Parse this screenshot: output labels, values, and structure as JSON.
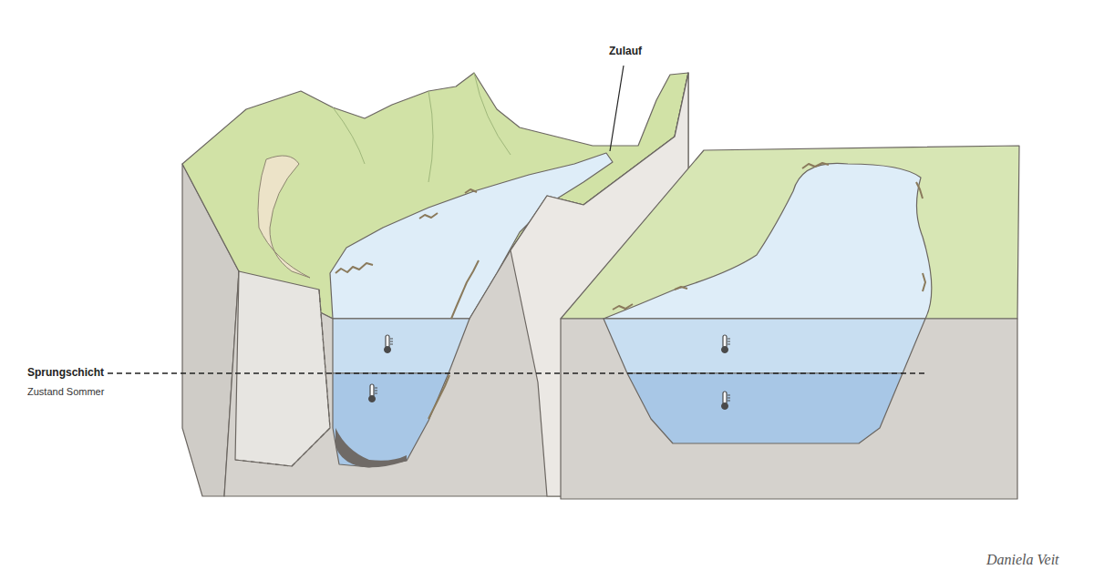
{
  "diagram": {
    "labels": [
      "Zulauf",
      "Sprungschicht",
      "Zustand Sommer",
      "Daniela Veit"
    ]
  }
}
